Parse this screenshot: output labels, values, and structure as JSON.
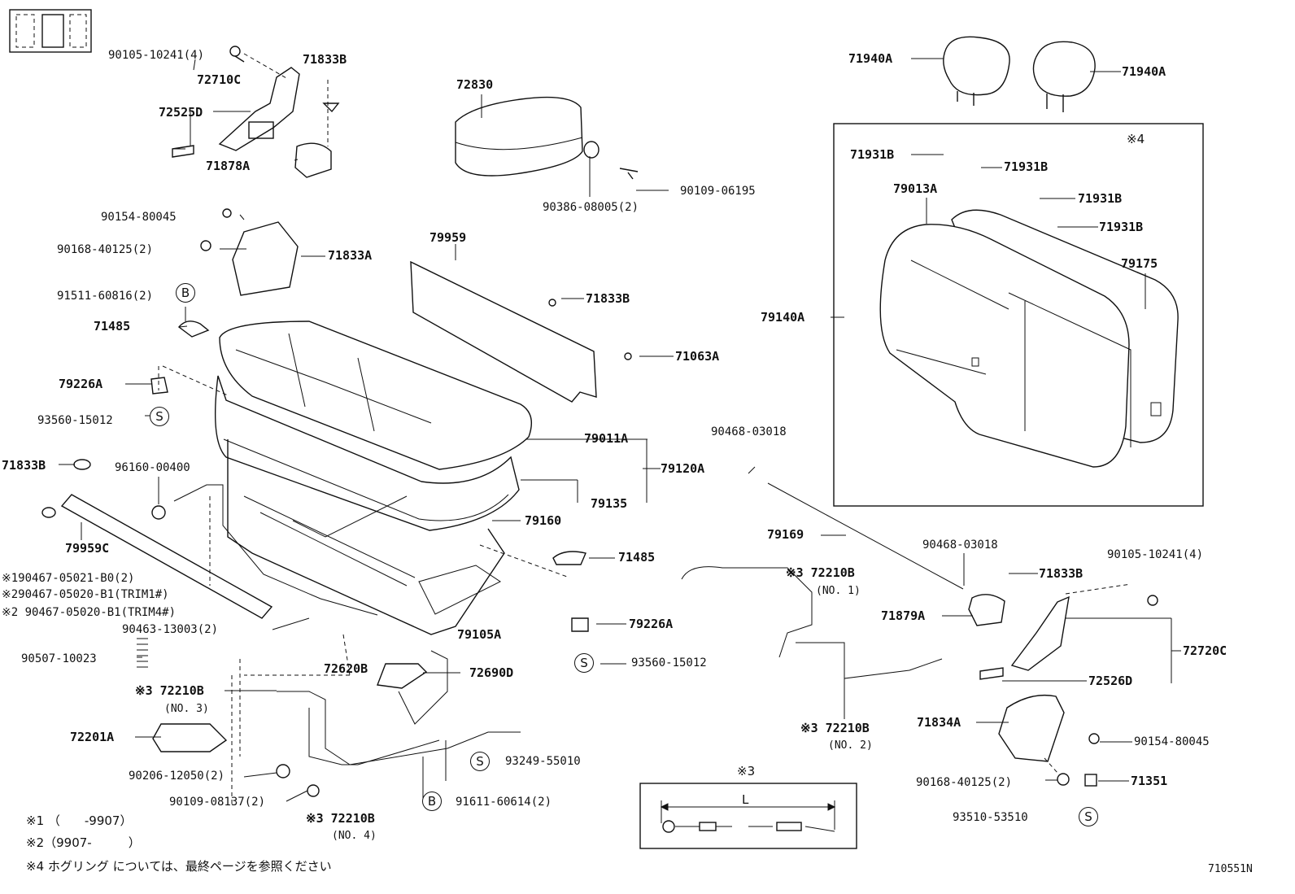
{
  "diagram_id": "710551N",
  "labels": {
    "l_71833B_top": "71833B",
    "l_90105_top": "90105-10241(4)",
    "l_72710C": "72710C",
    "l_72525D": "72525D",
    "l_71878A": "71878A",
    "l_72830": "72830",
    "l_90386": "90386-08005(2)",
    "l_90109_06195": "90109-06195",
    "l_71940A_l": "71940A",
    "l_71940A_r": "71940A",
    "l_ref4_top": "※4",
    "l_71931B_1": "71931B",
    "l_71931B_2": "71931B",
    "l_71931B_3": "71931B",
    "l_71931B_4": "71931B",
    "l_79013A": "79013A",
    "l_79175": "79175",
    "l_79140A": "79140A",
    "l_90154_top": "90154-80045",
    "l_90168_top": "90168-40125(2)",
    "l_71833A": "71833A",
    "l_91511": "91511-60816(2)",
    "l_71485_l": "71485",
    "l_79959": "79959",
    "l_71833B_mid": "71833B",
    "l_71063A": "71063A",
    "l_79226A_l": "79226A",
    "l_93560_l": "93560-15012",
    "l_79011A": "79011A",
    "l_79120A": "79120A",
    "l_79135": "79135",
    "l_79160": "79160",
    "l_71833B_l": "71833B",
    "l_96160": "96160-00400",
    "l_79959C": "79959C",
    "l_90467_1": "※190467-05021-B0(2)",
    "l_90467_2": "※290467-05020-B1(TRIM1#)",
    "l_90467_3": "※2 90467-05020-B1(TRIM4#)",
    "l_90463": "90463-13003(2)",
    "l_90507": "90507-10023",
    "l_72620B": "72620B",
    "l_79105A": "79105A",
    "l_72690D": "72690D",
    "l_71485_m": "71485",
    "l_79226A_m": "79226A",
    "l_93560_m": "93560-15012",
    "l_90468_a": "90468-03018",
    "l_79169": "79169",
    "l_90468_b": "90468-03018",
    "l_72210B_1": "※3 72210B",
    "l_no1": "(NO. 1)",
    "l_72210B_2": "※3 72210B",
    "l_no2": "(NO. 2)",
    "l_72210B_3": "※3 72210B",
    "l_no3": "(NO. 3)",
    "l_72210B_4": "※3 72210B",
    "l_no4": "(NO. 4)",
    "l_72201A": "72201A",
    "l_90206": "90206-12050(2)",
    "l_90109_08137": "90109-08137(2)",
    "l_93249": "93249-55010",
    "l_91611": "91611-60614(2)",
    "l_ref3_box": "※3",
    "l_L": "L",
    "l_90105_r": "90105-10241(4)",
    "l_71833B_r": "71833B",
    "l_71879A": "71879A",
    "l_72720C": "72720C",
    "l_72526D": "72526D",
    "l_71834A": "71834A",
    "l_90154_r": "90154-80045",
    "l_90168_r": "90168-40125(2)",
    "l_71351": "71351",
    "l_93510": "93510-53510"
  },
  "callouts": {
    "S": "S",
    "B": "B"
  },
  "footnotes": {
    "n1": "※1 （　　-9907）",
    "n2": "※2（9907-　　　）",
    "n4": "※4 ホグリング については、最終ページを参照ください"
  }
}
